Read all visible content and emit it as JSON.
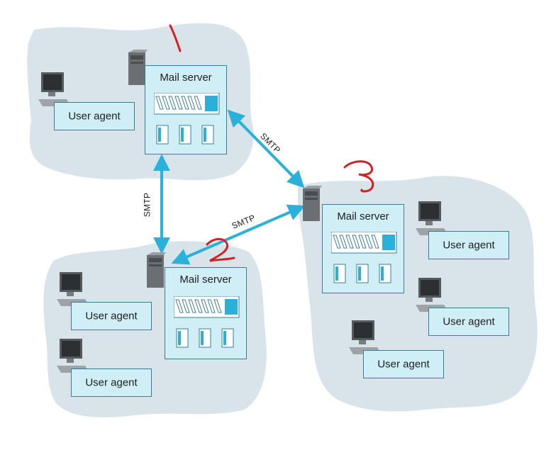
{
  "servers": [
    {
      "label": "Mail server"
    },
    {
      "label": "Mail server"
    },
    {
      "label": "Mail server"
    }
  ],
  "user_agents": [
    {
      "label": "User agent"
    },
    {
      "label": "User agent"
    },
    {
      "label": "User agent"
    },
    {
      "label": "User agent"
    },
    {
      "label": "User agent"
    },
    {
      "label": "User agent"
    }
  ],
  "links": [
    {
      "label": "SMTP"
    },
    {
      "label": "SMTP"
    },
    {
      "label": "SMTP"
    }
  ],
  "annotations": [
    "1",
    "2",
    "3"
  ],
  "colors": {
    "cloud": "#d8e4ea",
    "box_fill": "#cfeef6",
    "box_border": "#3c7d95",
    "arrow": "#29b1dc",
    "annotation": "#d42020"
  }
}
